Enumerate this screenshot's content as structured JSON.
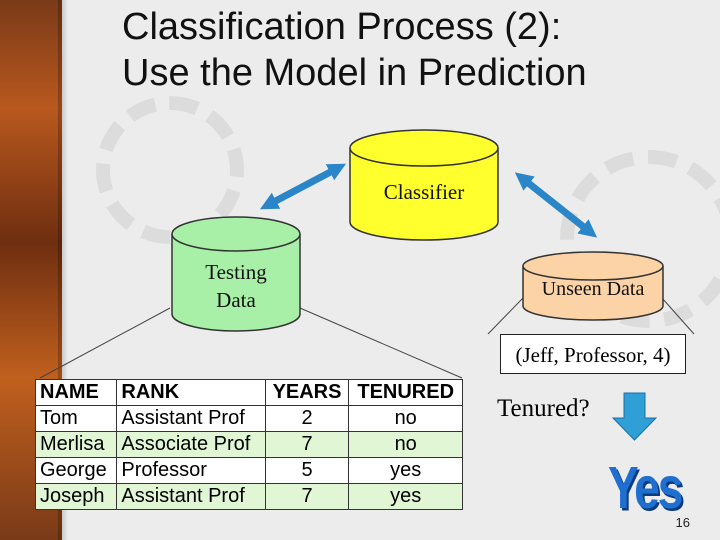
{
  "title": {
    "line1": "Classification Process (2):",
    "line2": "Use the Model in Prediction"
  },
  "nodes": {
    "classifier": {
      "label": "Classifier",
      "color": "#ffff2e"
    },
    "testing_data": {
      "label_line1": "Testing",
      "label_line2": "Data",
      "color": "#a8f0a8"
    },
    "unseen_data": {
      "label": "Unseen Data",
      "color": "#fbd3a6"
    }
  },
  "query": "(Jeff, Professor, 4)",
  "question": "Tenured?",
  "answer": "Yes",
  "table": {
    "headers": [
      "NAME",
      "RANK",
      "YEARS",
      "TENURED"
    ],
    "rows": [
      [
        "Tom",
        "Assistant Prof",
        "2",
        "no"
      ],
      [
        "Merlisa",
        "Associate Prof",
        "7",
        "no"
      ],
      [
        "George",
        "Professor",
        "5",
        "yes"
      ],
      [
        "Joseph",
        "Assistant Prof",
        "7",
        "yes"
      ]
    ]
  },
  "colors": {
    "arrow_blue": "#2a86c8",
    "down_arrow": "#2f9fd6",
    "answer_blue": "#1e6fd0"
  },
  "page_number": "16"
}
